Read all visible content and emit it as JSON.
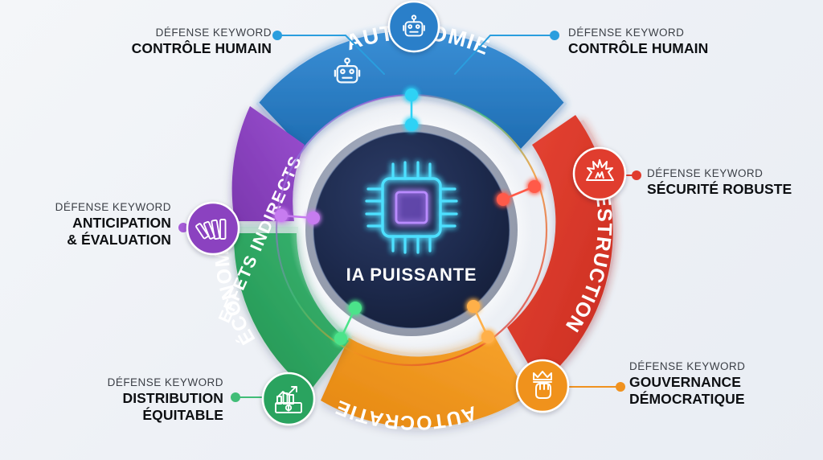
{
  "center": {
    "title": "IA PUISSANTE",
    "icon": "cpu-chip-icon",
    "fill": "#1d2a4d",
    "accent": "#35d6ff"
  },
  "chart_data": {
    "type": "pie",
    "title": "IA PUISSANTE",
    "subtitle": "",
    "legend_position": "outside",
    "categories": [
      "AUTONOMIE",
      "DESTRUCTION",
      "AUTOCRATIE",
      "ÉCONOMIE",
      "EFFETS INDIRECTS"
    ],
    "values": [
      20,
      20,
      20,
      20,
      20
    ],
    "colors": [
      "#2a7fc9",
      "#e03c2e",
      "#f0921f",
      "#2aa35f",
      "#8b43c0"
    ],
    "annotations": [
      "CONTRÔLE HUMAIN",
      "CONTRÔLE HUMAIN",
      "SÉCURITÉ ROBUSTE",
      "GOUVERNANCE DÉMOCRATIQUE",
      "DISTRIBUTION ÉQUITABLE",
      "ANTICIPATION & ÉVALUATION"
    ]
  },
  "segments": [
    {
      "id": "autonomie",
      "label": "AUTONOMIE",
      "color": "#2a7fc9",
      "color_light": "#4a9ade",
      "color_dark": "#1e6bb0",
      "icon": "robot-icon",
      "badge_icon": "robot-icon"
    },
    {
      "id": "destruction",
      "label": "DESTRUCTION",
      "color": "#e03c2e",
      "color_light": "#f05a48",
      "color_dark": "#c42b20",
      "icon": "explosion-icon",
      "badge_icon": "explosion-icon"
    },
    {
      "id": "autocratie",
      "label": "AUTOCRATIE",
      "color": "#f0921f",
      "color_light": "#f9a83c",
      "color_dark": "#da7d0c",
      "icon": "crown-fist-icon",
      "badge_icon": "crown-fist-icon"
    },
    {
      "id": "economie",
      "label": "ÉCONOMIE",
      "color": "#2aa35f",
      "color_light": "#41bd77",
      "color_dark": "#1d8a4d",
      "icon": "money-chart-icon",
      "badge_icon": "money-chart-icon"
    },
    {
      "id": "effets",
      "label": "EFFETS INDIRECTS",
      "color": "#8b43c0",
      "color_light": "#a65cd8",
      "color_dark": "#7433a8",
      "icon": "domino-icon",
      "badge_icon": "domino-icon"
    }
  ],
  "callouts": [
    {
      "id": "autonomie-left",
      "keyword": "DÉFENSE KEYWORD",
      "value": "CONTRÔLE HUMAIN",
      "color": "#2a9ede",
      "align": "right"
    },
    {
      "id": "autonomie-right",
      "keyword": "DÉFENSE KEYWORD",
      "value": "CONTRÔLE HUMAIN",
      "color": "#2a9ede",
      "align": "left"
    },
    {
      "id": "destruction",
      "keyword": "DÉFENSE KEYWORD",
      "value": "SÉCURITÉ ROBUSTE",
      "color": "#e03c2e",
      "align": "left"
    },
    {
      "id": "effets",
      "keyword": "DÉFENSE KEYWORD",
      "value_line1": "ANTICIPATION",
      "value_line2": "& ÉVALUATION",
      "color": "#a65cd8",
      "align": "right"
    },
    {
      "id": "economie",
      "keyword": "DÉFENSE KEYWORD",
      "value_line1": "DISTRIBUTION",
      "value_line2": "ÉQUITABLE",
      "color": "#41bd77",
      "align": "right"
    },
    {
      "id": "autocratie",
      "keyword": "DÉFENSE KEYWORD",
      "value_line1": "GOUVERNANCE",
      "value_line2": "DÉMOCRATIQUE",
      "color": "#f0921f",
      "align": "left"
    }
  ]
}
